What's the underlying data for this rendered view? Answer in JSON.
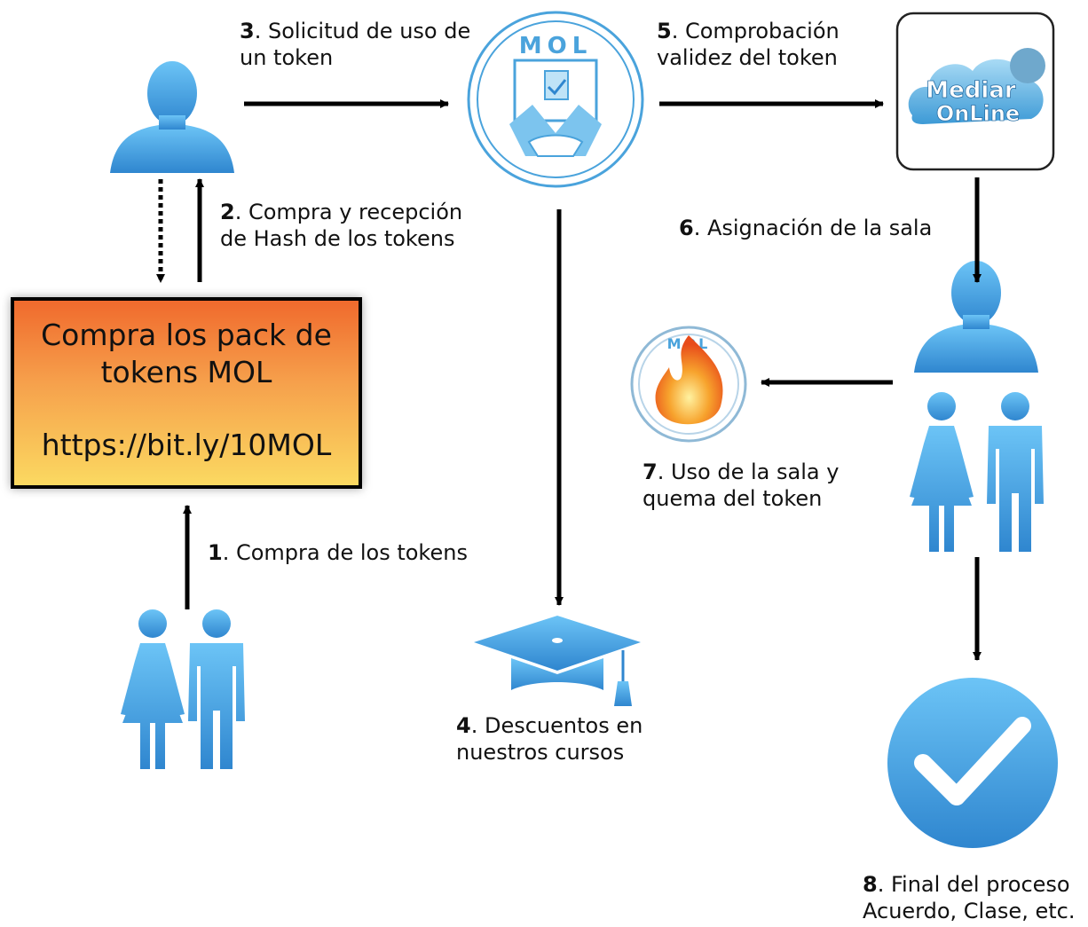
{
  "buy_box": {
    "line1": "Compra los pack de",
    "line2": "tokens MOL",
    "url": "https://bit.ly/10MOL"
  },
  "steps": [
    {
      "num": "1",
      "text": ". Compra de los tokens"
    },
    {
      "num": "2",
      "text": ". Compra y recepción",
      "text2": "de Hash de los tokens"
    },
    {
      "num": "3",
      "text": ". Solicitud de uso de",
      "text2": "un token"
    },
    {
      "num": "4",
      "text": ". Descuentos en",
      "text2": "nuestros cursos"
    },
    {
      "num": "5",
      "text": ". Comprobación",
      "text2": "validez del token"
    },
    {
      "num": "6",
      "text": ". Asignación de la sala"
    },
    {
      "num": "7",
      "text": ". Uso de la sala y",
      "text2": "quema del token"
    },
    {
      "num": "8",
      "text": ". Final del proceso",
      "text2": "Acuerdo, Clase, etc."
    }
  ],
  "logos": {
    "mol": "MOL",
    "mediar_line1": "Mediar",
    "mediar_line2": "OnLine"
  },
  "icons": {
    "person": "person-silhouette-icon",
    "couple": "couple-icon",
    "graduation": "graduation-cap-icon",
    "check": "checkmark-circle-icon",
    "fire": "fire-icon"
  },
  "colors": {
    "icon_top": "#66c0f4",
    "icon_bottom": "#2f86cf",
    "arrow": "#000000",
    "box_top": "#f06a2d",
    "box_bottom": "#fbd961"
  }
}
